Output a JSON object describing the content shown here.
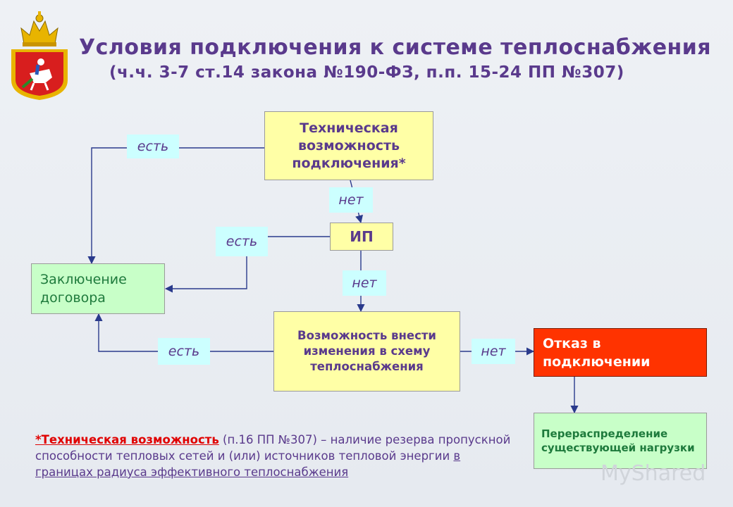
{
  "header": {
    "title": "Условия подключения к системе теплоснабжения",
    "subtitle": "(ч.ч. 3-7 ст.14 закона №190-ФЗ, п.п. 15-24 ПП №307)"
  },
  "diagram": {
    "tech_possibility": "Техническая возможность подключения*",
    "ip": "ИП",
    "change_possibility": "Возможность внести изменения в схему теплоснабжения",
    "contract": "Заключение договора",
    "refusal": "Отказ в подключении",
    "redistribution": "Перераспределение существующей нагрузки",
    "yes": "есть",
    "no": "нет"
  },
  "footnote": {
    "term": "*Техническая возможность",
    "ref": " (п.16 ПП №307) – наличие резерва пропускной способности тепловых сетей и (или) источников тепловой энергии ",
    "boundary": "в границах радиуса эффективного теплоснабжения"
  },
  "watermark": "MyShared",
  "colors": {
    "title": "#5a3a8c",
    "yellow_box": "#ffffa6",
    "green_box": "#c8ffc8",
    "red_box": "#ff3300",
    "label_bg": "#ccffff"
  }
}
